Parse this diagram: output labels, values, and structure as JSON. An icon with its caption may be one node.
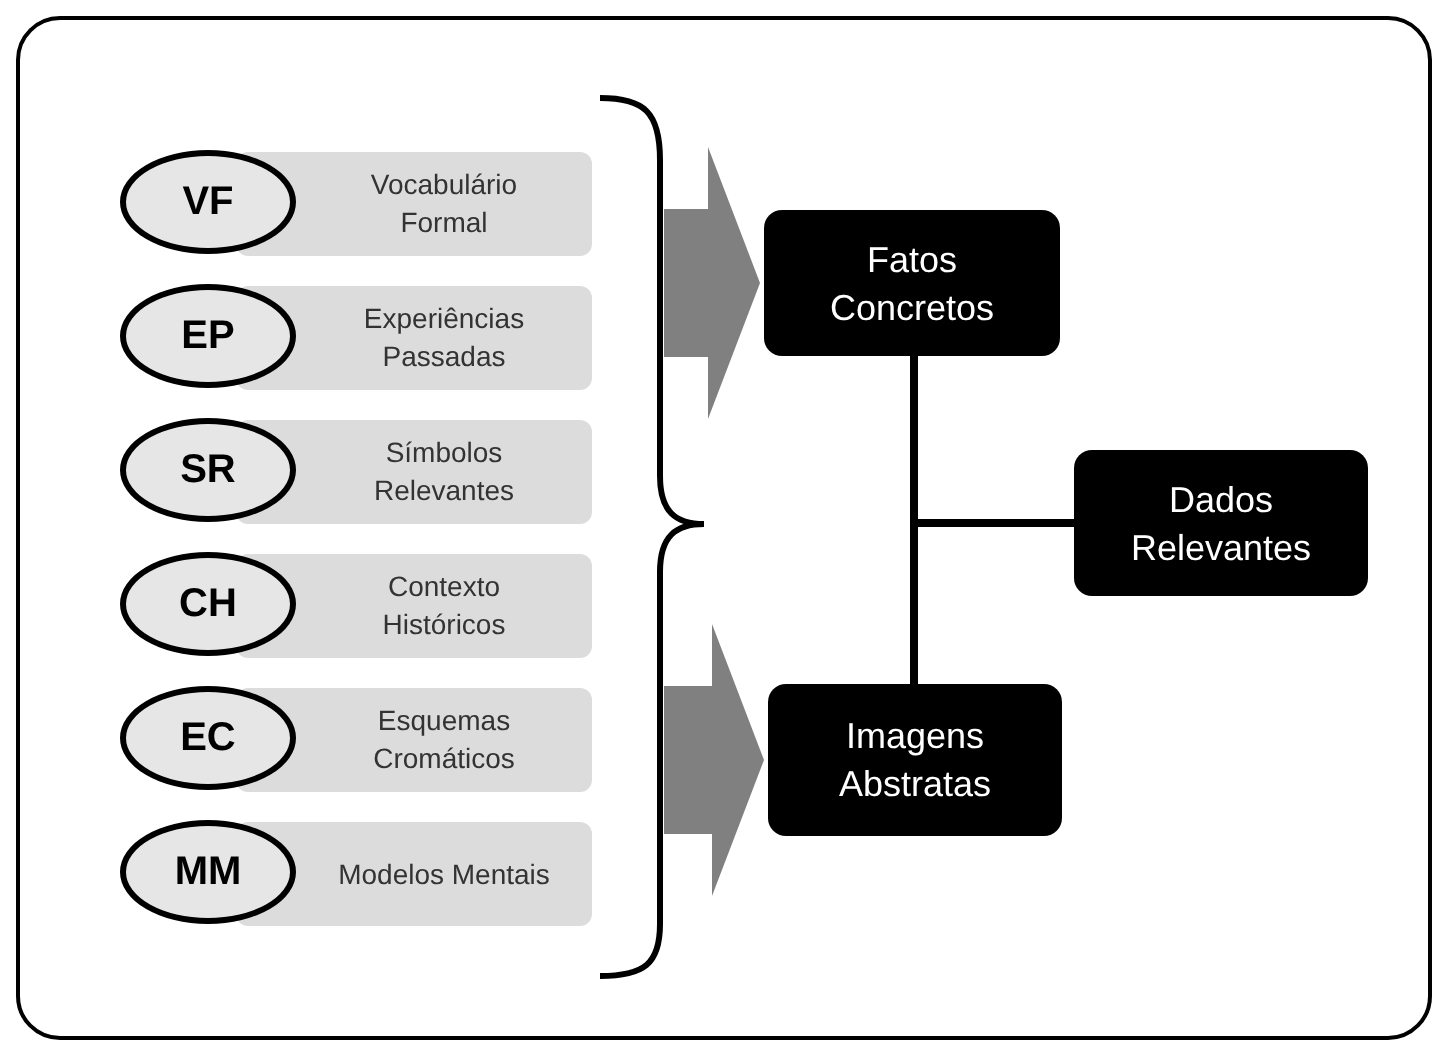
{
  "diagram": {
    "nodes": [
      {
        "text": [
          "VF"
        ]
      },
      {
        "text": [
          "Vocabulário Formal"
        ]
      },
      {
        "text": [
          "EP"
        ]
      },
      {
        "text": [
          "Experiências Passadas"
        ]
      },
      {
        "text": [
          "SR"
        ]
      },
      {
        "text": [
          "Símbolos Relevantes"
        ]
      },
      {
        "text": [
          "CH"
        ]
      },
      {
        "text": [
          "Contexto Históricos"
        ]
      },
      {
        "text": [
          "EC"
        ]
      },
      {
        "text": [
          "Esquemas Cromáticos"
        ]
      },
      {
        "text": [
          "MM"
        ]
      },
      {
        "text": [
          "Modelos Mentais"
        ]
      },
      {
        "text": [
          "Fatos Concretos"
        ]
      },
      {
        "text": [
          "Dados Relevantes"
        ]
      },
      {
        "text": [
          "Imagens Abstratas"
        ]
      }
    ],
    "edges": [
      {
        "from": null,
        "to": 12,
        "arrow": "to",
        "style": "thick",
        "color": "#808080"
      },
      {
        "from": null,
        "to": 14,
        "arrow": "to",
        "style": "thick",
        "color": "#808080"
      },
      {
        "from": 12,
        "to": 13,
        "arrow": "none"
      },
      {
        "from": 14,
        "to": 13,
        "arrow": "none"
      }
    ]
  }
}
